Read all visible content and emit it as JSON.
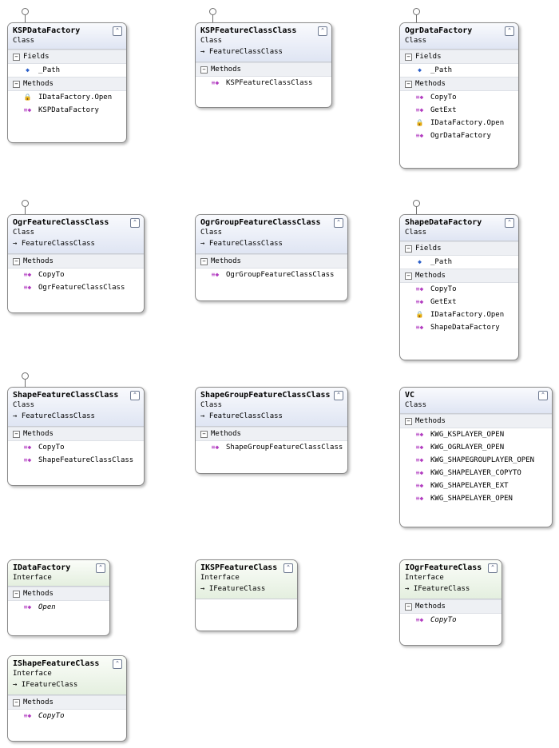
{
  "cards": [
    {
      "id": "kspdatafactory",
      "name": "KSPDataFactory",
      "kind": "Class",
      "base": "",
      "sections": [
        {
          "title": "Fields",
          "members": [
            {
              "name": "_Path",
              "icon": "field",
              "italic": false
            }
          ]
        },
        {
          "title": "Methods",
          "members": [
            {
              "name": "IDataFactory.Open",
              "icon": "lock",
              "italic": false
            },
            {
              "name": "KSPDataFactory",
              "icon": "method",
              "italic": false
            }
          ]
        }
      ]
    },
    {
      "id": "kspfeatureclassclass",
      "name": "KSPFeatureClassClass",
      "kind": "Class",
      "base": "FeatureClassClass",
      "sections": [
        {
          "title": "Methods",
          "members": [
            {
              "name": "KSPFeatureClassClass",
              "icon": "method",
              "italic": false
            }
          ]
        }
      ]
    },
    {
      "id": "ogrdatafactory",
      "name": "OgrDataFactory",
      "kind": "Class",
      "base": "",
      "sections": [
        {
          "title": "Fields",
          "members": [
            {
              "name": "_Path",
              "icon": "field",
              "italic": false
            }
          ]
        },
        {
          "title": "Methods",
          "members": [
            {
              "name": "CopyTo",
              "icon": "method",
              "italic": false
            },
            {
              "name": "GetExt",
              "icon": "method",
              "italic": false
            },
            {
              "name": "IDataFactory.Open",
              "icon": "lock",
              "italic": false
            },
            {
              "name": "OgrDataFactory",
              "icon": "method",
              "italic": false
            }
          ]
        }
      ]
    },
    {
      "id": "ogrfeatureclassclass",
      "name": "OgrFeatureClassClass",
      "kind": "Class",
      "base": "FeatureClassClass",
      "sections": [
        {
          "title": "Methods",
          "members": [
            {
              "name": "CopyTo",
              "icon": "method",
              "italic": false
            },
            {
              "name": "OgrFeatureClassClass",
              "icon": "method",
              "italic": false
            }
          ]
        }
      ]
    },
    {
      "id": "ogrgroupfeatureclassclass",
      "name": "OgrGroupFeatureClassClass",
      "kind": "Class",
      "base": "FeatureClassClass",
      "sections": [
        {
          "title": "Methods",
          "members": [
            {
              "name": "OgrGroupFeatureClassClass",
              "icon": "method",
              "italic": false
            }
          ]
        }
      ]
    },
    {
      "id": "shapedatafactory",
      "name": "ShapeDataFactory",
      "kind": "Class",
      "base": "",
      "sections": [
        {
          "title": "Fields",
          "members": [
            {
              "name": "_Path",
              "icon": "field",
              "italic": false
            }
          ]
        },
        {
          "title": "Methods",
          "members": [
            {
              "name": "CopyTo",
              "icon": "method",
              "italic": false
            },
            {
              "name": "GetExt",
              "icon": "method",
              "italic": false
            },
            {
              "name": "IDataFactory.Open",
              "icon": "lock",
              "italic": false
            },
            {
              "name": "ShapeDataFactory",
              "icon": "method",
              "italic": false
            }
          ]
        }
      ]
    },
    {
      "id": "shapefeatureclassclass",
      "name": "ShapeFeatureClassClass",
      "kind": "Class",
      "base": "FeatureClassClass",
      "sections": [
        {
          "title": "Methods",
          "members": [
            {
              "name": "CopyTo",
              "icon": "method",
              "italic": false
            },
            {
              "name": "ShapeFeatureClassClass",
              "icon": "method",
              "italic": false
            }
          ]
        }
      ]
    },
    {
      "id": "shapegroupfeatureclassclass",
      "name": "ShapeGroupFeatureClassClass",
      "kind": "Class",
      "base": "FeatureClassClass",
      "sections": [
        {
          "title": "Methods",
          "members": [
            {
              "name": "ShapeGroupFeatureClassClass",
              "icon": "method",
              "italic": false
            }
          ]
        }
      ]
    },
    {
      "id": "vc",
      "name": "VC",
      "kind": "Class",
      "base": "",
      "sections": [
        {
          "title": "Methods",
          "members": [
            {
              "name": "KWG_KSPLAYER_OPEN",
              "icon": "method",
              "italic": false
            },
            {
              "name": "KWG_OGRLAYER_OPEN",
              "icon": "method",
              "italic": false
            },
            {
              "name": "KWG_SHAPEGROUPLAYER_OPEN",
              "icon": "method",
              "italic": false
            },
            {
              "name": "KWG_SHAPELAYER_COPYTO",
              "icon": "method",
              "italic": false
            },
            {
              "name": "KWG_SHAPELAYER_EXT",
              "icon": "method",
              "italic": false
            },
            {
              "name": "KWG_SHAPELAYER_OPEN",
              "icon": "method",
              "italic": false
            }
          ]
        }
      ]
    },
    {
      "id": "idatafactory",
      "name": "IDataFactory",
      "kind": "Interface",
      "base": "",
      "sections": [
        {
          "title": "Methods",
          "members": [
            {
              "name": "Open",
              "icon": "method",
              "italic": true
            }
          ]
        }
      ]
    },
    {
      "id": "ikspfeatureclass",
      "name": "IKSPFeatureClass",
      "kind": "Interface",
      "base": "IFeatureClass",
      "sections": []
    },
    {
      "id": "iogrfeatureclass",
      "name": "IOgrFeatureClass",
      "kind": "Interface",
      "base": "IFeatureClass",
      "sections": [
        {
          "title": "Methods",
          "members": [
            {
              "name": "CopyTo",
              "icon": "method",
              "italic": true
            }
          ]
        }
      ]
    },
    {
      "id": "ishapefeatureclass",
      "name": "IShapeFeatureClass",
      "kind": "Interface",
      "base": "IFeatureClass",
      "sections": [
        {
          "title": "Methods",
          "members": [
            {
              "name": "CopyTo",
              "icon": "method",
              "italic": true
            }
          ]
        }
      ]
    }
  ],
  "glyphs": {
    "collapse": "⌃",
    "toggle": "−",
    "base_arrow": "→"
  },
  "icon_names": {
    "method": "method-icon",
    "field": "field-icon",
    "lock": "private-method-icon"
  }
}
